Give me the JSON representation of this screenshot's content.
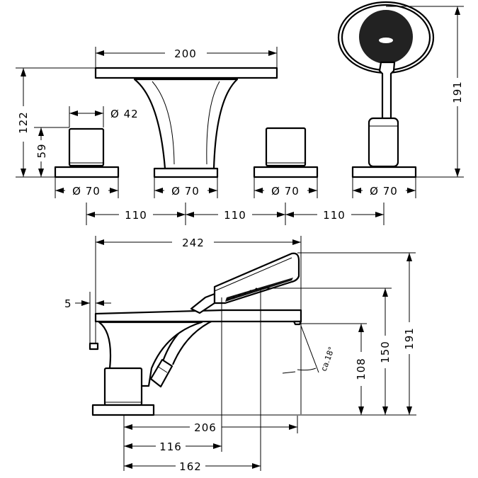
{
  "top_view": {
    "spout_width": "200",
    "total_height": "122",
    "handle_height": "59",
    "handle_diameter": "Ø 42",
    "base_diameter_1": "Ø 70",
    "base_diameter_2": "Ø 70",
    "base_diameter_3": "Ø 70",
    "base_diameter_4": "Ø 70",
    "spacing_1": "110",
    "spacing_2": "110",
    "spacing_3": "110",
    "shower_height": "191"
  },
  "side_view": {
    "overall_length": "242",
    "offset": "5",
    "angle": "ca.18°",
    "spout_height": "108",
    "shower_mid_height": "150",
    "shower_height": "191",
    "spout_reach": "206",
    "shower_reach_short": "116",
    "shower_reach_long": "162"
  }
}
